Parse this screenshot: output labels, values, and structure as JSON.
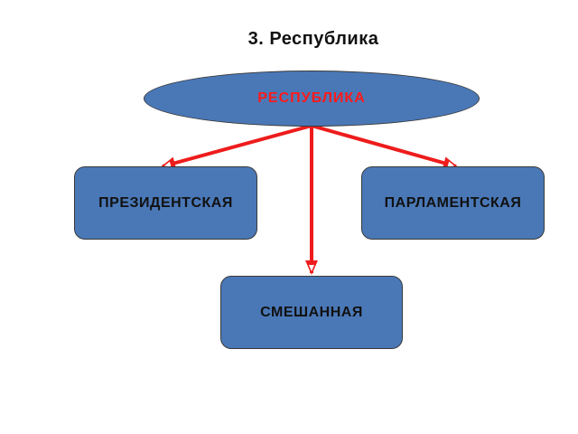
{
  "title": "3. Республика",
  "diagram": {
    "root": {
      "label": "РЕСПУБЛИКА",
      "text_color": "#ff1a1a"
    },
    "children": [
      {
        "label": "ПРЕЗИДЕНТСКАЯ"
      },
      {
        "label": "ПАРЛАМЕНТСКАЯ"
      },
      {
        "label": "СМЕШАННАЯ"
      }
    ],
    "colors": {
      "node_fill": "#4a78b7",
      "node_border": "#3a3a3a",
      "arrow": "#ee1c1c",
      "node_text": "#111111"
    }
  }
}
